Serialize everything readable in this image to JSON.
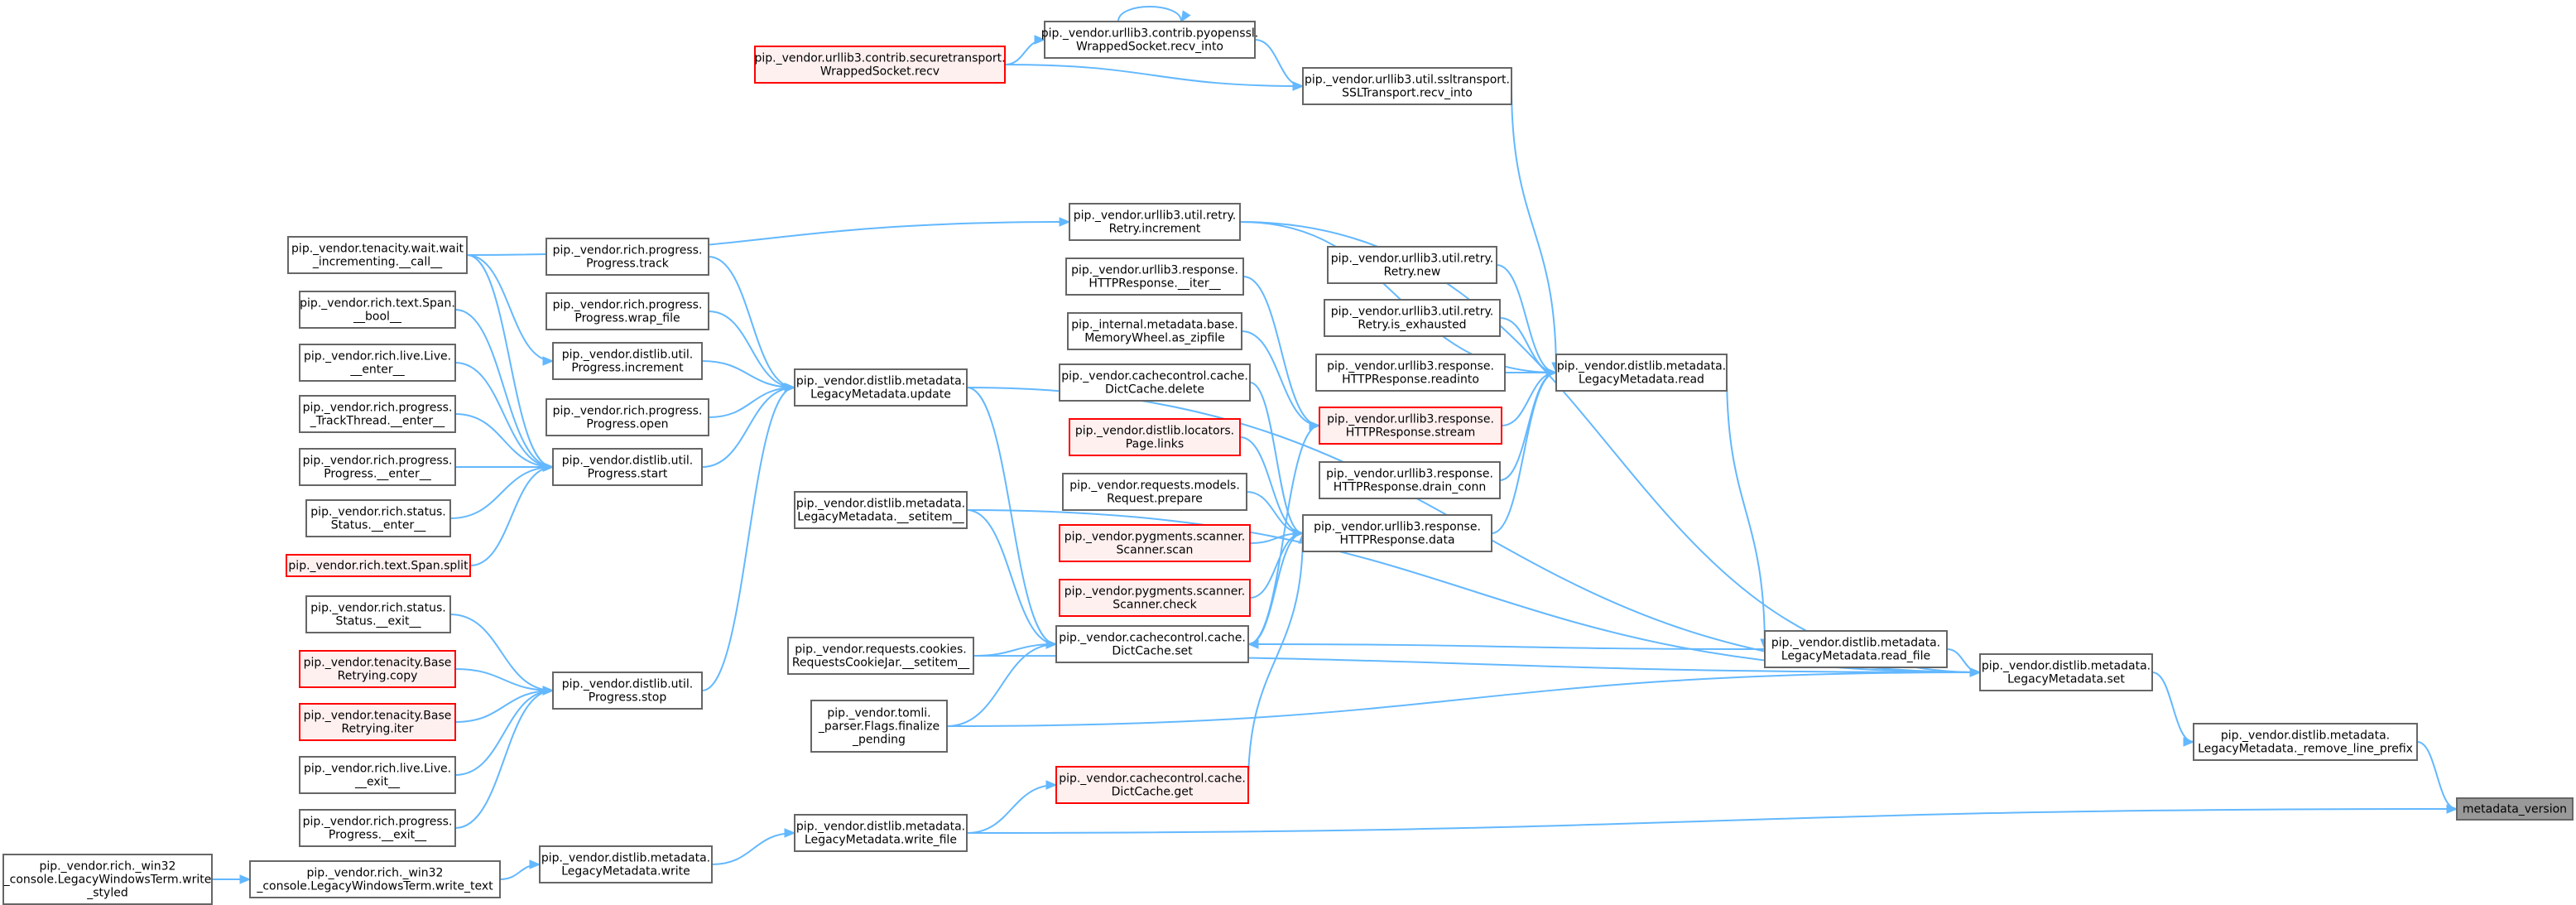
{
  "style": {
    "node_fill": "#ffffff",
    "node_stroke": "#666666",
    "warn_fill": "#fff0f0",
    "warn_stroke": "#ff0000",
    "root_fill": "#999999",
    "root_stroke": "#666666",
    "edge_color": "#63b8ff"
  },
  "nodes": [
    {
      "id": "root",
      "lines": [
        "metadata_version"
      ],
      "kind": "root"
    },
    {
      "id": "remove_line_prefix",
      "lines": [
        "pip._vendor.distlib.metadata.",
        "LegacyMetadata._remove_line_prefix"
      ],
      "kind": "normal"
    },
    {
      "id": "lm_set",
      "lines": [
        "pip._vendor.distlib.metadata.",
        "LegacyMetadata.set"
      ],
      "kind": "normal"
    },
    {
      "id": "lm_read_file",
      "lines": [
        "pip._vendor.distlib.metadata.",
        "LegacyMetadata.read_file"
      ],
      "kind": "normal"
    },
    {
      "id": "lm_read",
      "lines": [
        "pip._vendor.distlib.metadata.",
        "LegacyMetadata.read"
      ],
      "kind": "normal"
    },
    {
      "id": "lm_update",
      "lines": [
        "pip._vendor.distlib.metadata.",
        "LegacyMetadata.update"
      ],
      "kind": "normal"
    },
    {
      "id": "lm_setitem",
      "lines": [
        "pip._vendor.distlib.metadata.",
        "LegacyMetadata.__setitem__"
      ],
      "kind": "normal"
    },
    {
      "id": "lm_write_file",
      "lines": [
        "pip._vendor.distlib.metadata.",
        "LegacyMetadata.write_file"
      ],
      "kind": "normal"
    },
    {
      "id": "lm_write",
      "lines": [
        "pip._vendor.distlib.metadata.",
        "LegacyMetadata.write"
      ],
      "kind": "normal"
    },
    {
      "id": "win_write_text",
      "lines": [
        "pip._vendor.rich._win32",
        "_console.LegacyWindowsTerm.write_text"
      ],
      "kind": "normal"
    },
    {
      "id": "win_write_styled",
      "lines": [
        "pip._vendor.rich._win32",
        "_console.LegacyWindowsTerm.write",
        "_styled"
      ],
      "kind": "normal"
    },
    {
      "id": "cc_get",
      "lines": [
        "pip._vendor.cachecontrol.cache.",
        "DictCache.get"
      ],
      "kind": "warn"
    },
    {
      "id": "cc_set",
      "lines": [
        "pip._vendor.cachecontrol.cache.",
        "DictCache.set"
      ],
      "kind": "normal"
    },
    {
      "id": "cookie_setitem",
      "lines": [
        "pip._vendor.requests.cookies.",
        "RequestsCookieJar.__setitem__"
      ],
      "kind": "normal"
    },
    {
      "id": "tomli_finalize",
      "lines": [
        "pip._vendor.tomli.",
        "_parser.Flags.finalize",
        "_pending"
      ],
      "kind": "normal"
    },
    {
      "id": "resp_data",
      "lines": [
        "pip._vendor.urllib3.response.",
        "HTTPResponse.data"
      ],
      "kind": "normal"
    },
    {
      "id": "cc_delete",
      "lines": [
        "pip._vendor.cachecontrol.cache.",
        "DictCache.delete"
      ],
      "kind": "normal"
    },
    {
      "id": "page_links",
      "lines": [
        "pip._vendor.distlib.locators.",
        "Page.links"
      ],
      "kind": "warn"
    },
    {
      "id": "req_prepare",
      "lines": [
        "pip._vendor.requests.models.",
        "Request.prepare"
      ],
      "kind": "normal"
    },
    {
      "id": "scanner_scan",
      "lines": [
        "pip._vendor.pygments.scanner.",
        "Scanner.scan"
      ],
      "kind": "warn"
    },
    {
      "id": "scanner_check",
      "lines": [
        "pip._vendor.pygments.scanner.",
        "Scanner.check"
      ],
      "kind": "warn"
    },
    {
      "id": "resp_iter",
      "lines": [
        "pip._vendor.urllib3.response.",
        "HTTPResponse.__iter__"
      ],
      "kind": "normal"
    },
    {
      "id": "mw_zipfile",
      "lines": [
        "pip._internal.metadata.base.",
        "MemoryWheel.as_zipfile"
      ],
      "kind": "normal"
    },
    {
      "id": "retry_increment",
      "lines": [
        "pip._vendor.urllib3.util.retry.",
        "Retry.increment"
      ],
      "kind": "normal"
    },
    {
      "id": "retry_new",
      "lines": [
        "pip._vendor.urllib3.util.retry.",
        "Retry.new"
      ],
      "kind": "normal"
    },
    {
      "id": "retry_exhausted",
      "lines": [
        "pip._vendor.urllib3.util.retry.",
        "Retry.is_exhausted"
      ],
      "kind": "normal"
    },
    {
      "id": "resp_readinto",
      "lines": [
        "pip._vendor.urllib3.response.",
        "HTTPResponse.readinto"
      ],
      "kind": "normal"
    },
    {
      "id": "resp_stream",
      "lines": [
        "pip._vendor.urllib3.response.",
        "HTTPResponse.stream"
      ],
      "kind": "warn"
    },
    {
      "id": "resp_drain",
      "lines": [
        "pip._vendor.urllib3.response.",
        "HTTPResponse.drain_conn"
      ],
      "kind": "normal"
    },
    {
      "id": "ssl_recv_into",
      "lines": [
        "pip._vendor.urllib3.util.ssltransport.",
        "SSLTransport.recv_into"
      ],
      "kind": "normal"
    },
    {
      "id": "pyopenssl_recv_into",
      "lines": [
        "pip._vendor.urllib3.contrib.pyopenssl.",
        "WrappedSocket.recv_into"
      ],
      "kind": "normal"
    },
    {
      "id": "securetransport_recv",
      "lines": [
        "pip._vendor.urllib3.contrib.securetransport.",
        "WrappedSocket.recv"
      ],
      "kind": "warn"
    },
    {
      "id": "prog_track",
      "lines": [
        "pip._vendor.rich.progress.",
        "Progress.track"
      ],
      "kind": "normal"
    },
    {
      "id": "prog_wrap_file",
      "lines": [
        "pip._vendor.rich.progress.",
        "Progress.wrap_file"
      ],
      "kind": "normal"
    },
    {
      "id": "du_increment",
      "lines": [
        "pip._vendor.distlib.util.",
        "Progress.increment"
      ],
      "kind": "normal"
    },
    {
      "id": "prog_open",
      "lines": [
        "pip._vendor.rich.progress.",
        "Progress.open"
      ],
      "kind": "normal"
    },
    {
      "id": "du_start",
      "lines": [
        "pip._vendor.distlib.util.",
        "Progress.start"
      ],
      "kind": "normal"
    },
    {
      "id": "du_stop",
      "lines": [
        "pip._vendor.distlib.util.",
        "Progress.stop"
      ],
      "kind": "normal"
    },
    {
      "id": "ten_wait",
      "lines": [
        "pip._vendor.tenacity.wait.wait",
        "_incrementing.__call__"
      ],
      "kind": "normal"
    },
    {
      "id": "span_bool",
      "lines": [
        "pip._vendor.rich.text.Span.",
        "__bool__"
      ],
      "kind": "normal"
    },
    {
      "id": "live_enter",
      "lines": [
        "pip._vendor.rich.live.Live.",
        "__enter__"
      ],
      "kind": "normal"
    },
    {
      "id": "trackthread_enter",
      "lines": [
        "pip._vendor.rich.progress.",
        "_TrackThread.__enter__"
      ],
      "kind": "normal"
    },
    {
      "id": "progress_enter",
      "lines": [
        "pip._vendor.rich.progress.",
        "Progress.__enter__"
      ],
      "kind": "normal"
    },
    {
      "id": "status_enter",
      "lines": [
        "pip._vendor.rich.status.",
        "Status.__enter__"
      ],
      "kind": "normal"
    },
    {
      "id": "span_split",
      "lines": [
        "pip._vendor.rich.text.Span.split"
      ],
      "kind": "warn"
    },
    {
      "id": "status_exit",
      "lines": [
        "pip._vendor.rich.status.",
        "Status.__exit__"
      ],
      "kind": "normal"
    },
    {
      "id": "ten_copy",
      "lines": [
        "pip._vendor.tenacity.Base",
        "Retrying.copy"
      ],
      "kind": "warn"
    },
    {
      "id": "ten_iter",
      "lines": [
        "pip._vendor.tenacity.Base",
        "Retrying.iter"
      ],
      "kind": "warn"
    },
    {
      "id": "live_exit",
      "lines": [
        "pip._vendor.rich.live.Live.",
        "__exit__"
      ],
      "kind": "normal"
    },
    {
      "id": "progress_exit",
      "lines": [
        "pip._vendor.rich.progress.",
        "Progress.__exit__"
      ],
      "kind": "normal"
    }
  ],
  "edges": [
    {
      "from": "remove_line_prefix",
      "to": "root"
    },
    {
      "from": "lm_write_file",
      "to": "root"
    },
    {
      "from": "lm_set",
      "to": "remove_line_prefix"
    },
    {
      "from": "lm_read_file",
      "to": "lm_set"
    },
    {
      "from": "cookie_setitem",
      "to": "lm_set"
    },
    {
      "from": "tomli_finalize",
      "to": "lm_set"
    },
    {
      "from": "lm_update",
      "to": "lm_set"
    },
    {
      "from": "lm_setitem",
      "to": "lm_set"
    },
    {
      "from": "retry_increment",
      "to": "lm_set"
    },
    {
      "from": "lm_read",
      "to": "lm_read_file"
    },
    {
      "from": "lm_read_file",
      "to": "cc_set"
    },
    {
      "from": "retry_increment",
      "to": "lm_read"
    },
    {
      "from": "retry_new",
      "to": "lm_read"
    },
    {
      "from": "retry_exhausted",
      "to": "lm_read"
    },
    {
      "from": "resp_readinto",
      "to": "lm_read"
    },
    {
      "from": "resp_stream",
      "to": "lm_read"
    },
    {
      "from": "resp_drain",
      "to": "lm_read"
    },
    {
      "from": "resp_data",
      "to": "lm_read"
    },
    {
      "from": "ssl_recv_into",
      "to": "lm_read"
    },
    {
      "from": "pyopenssl_recv_into",
      "to": "ssl_recv_into"
    },
    {
      "from": "securetransport_recv",
      "to": "ssl_recv_into"
    },
    {
      "from": "securetransport_recv",
      "to": "pyopenssl_recv_into"
    },
    {
      "from": "pyopenssl_recv_into",
      "to": "pyopenssl_recv_into"
    },
    {
      "from": "cc_set",
      "to": "resp_data"
    },
    {
      "from": "cc_get",
      "to": "resp_data"
    },
    {
      "from": "cc_delete",
      "to": "resp_data"
    },
    {
      "from": "page_links",
      "to": "resp_data"
    },
    {
      "from": "req_prepare",
      "to": "resp_data"
    },
    {
      "from": "scanner_scan",
      "to": "resp_data"
    },
    {
      "from": "scanner_check",
      "to": "resp_data"
    },
    {
      "from": "resp_iter",
      "to": "resp_stream"
    },
    {
      "from": "mw_zipfile",
      "to": "resp_stream"
    },
    {
      "from": "cc_set",
      "to": "resp_stream"
    },
    {
      "from": "cookie_setitem",
      "to": "cc_set"
    },
    {
      "from": "tomli_finalize",
      "to": "cc_set"
    },
    {
      "from": "lm_setitem",
      "to": "cc_set"
    },
    {
      "from": "lm_update",
      "to": "cc_set"
    },
    {
      "from": "lm_write_file",
      "to": "cc_get"
    },
    {
      "from": "lm_write",
      "to": "lm_write_file"
    },
    {
      "from": "win_write_text",
      "to": "lm_write"
    },
    {
      "from": "win_write_styled",
      "to": "win_write_text"
    },
    {
      "from": "prog_track",
      "to": "lm_update"
    },
    {
      "from": "prog_wrap_file",
      "to": "lm_update"
    },
    {
      "from": "du_increment",
      "to": "lm_update"
    },
    {
      "from": "prog_open",
      "to": "lm_update"
    },
    {
      "from": "du_start",
      "to": "lm_update"
    },
    {
      "from": "du_stop",
      "to": "lm_update"
    },
    {
      "from": "ten_wait",
      "to": "retry_increment"
    },
    {
      "from": "ten_wait",
      "to": "du_increment"
    },
    {
      "from": "ten_wait",
      "to": "du_start"
    },
    {
      "from": "span_bool",
      "to": "du_start"
    },
    {
      "from": "live_enter",
      "to": "du_start"
    },
    {
      "from": "trackthread_enter",
      "to": "du_start"
    },
    {
      "from": "progress_enter",
      "to": "du_start"
    },
    {
      "from": "status_enter",
      "to": "du_start"
    },
    {
      "from": "span_split",
      "to": "du_start"
    },
    {
      "from": "status_exit",
      "to": "du_stop"
    },
    {
      "from": "ten_copy",
      "to": "du_stop"
    },
    {
      "from": "ten_iter",
      "to": "du_stop"
    },
    {
      "from": "live_exit",
      "to": "du_stop"
    },
    {
      "from": "progress_exit",
      "to": "du_stop"
    }
  ]
}
